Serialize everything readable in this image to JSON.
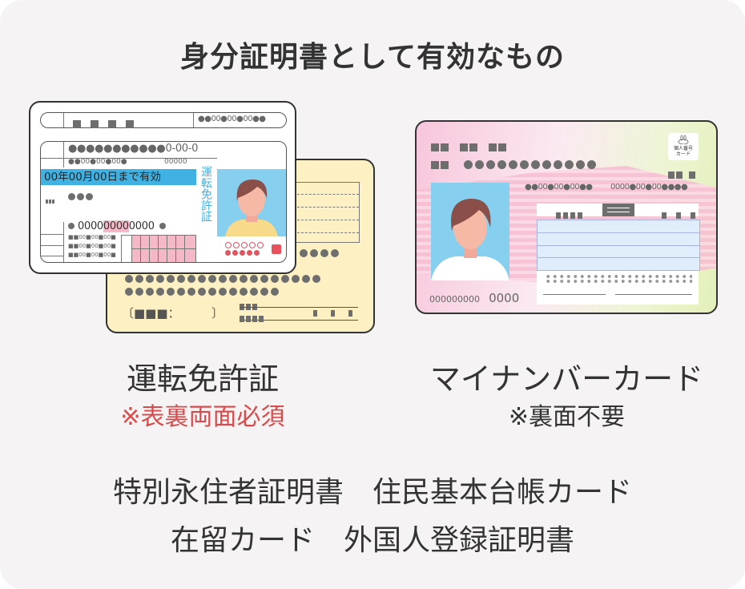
{
  "title": "身分証明書として有効なもの",
  "license": {
    "name": "運転免許証",
    "note": "※表裏両面必須",
    "note_color": "#d94b4b",
    "card": {
      "number_row": "●●●●●●●●●●●0-00-0",
      "small_row": "●●00●00●00●",
      "small_num": "00000",
      "validity": "00年00月00日まで有効",
      "vertical_label": "運転免許証",
      "license_number": "0000",
      "license_number_highlight": "0000",
      "license_number_tail": "0000",
      "top_right": "●●00●00●00●●",
      "row_small": "■■00■00■00■"
    },
    "back": {
      "bracket_text": "〔■■■：",
      "bracket_close": "〕"
    }
  },
  "mynumber": {
    "name": "マイナンバーカード",
    "note": "※裏面不要",
    "card": {
      "badge": "個人番号\nカード",
      "badge_line1": "個人番号",
      "badge_line2": "カード",
      "row1": "●●00●00●00●●",
      "row2": "0000●00●00●●●●",
      "serial": "000000000",
      "serial2": "0000"
    }
  },
  "others": {
    "line1": "特別永住者証明書　住民基本台帳カード",
    "line2": "在留カード　外国人登録証明書"
  }
}
